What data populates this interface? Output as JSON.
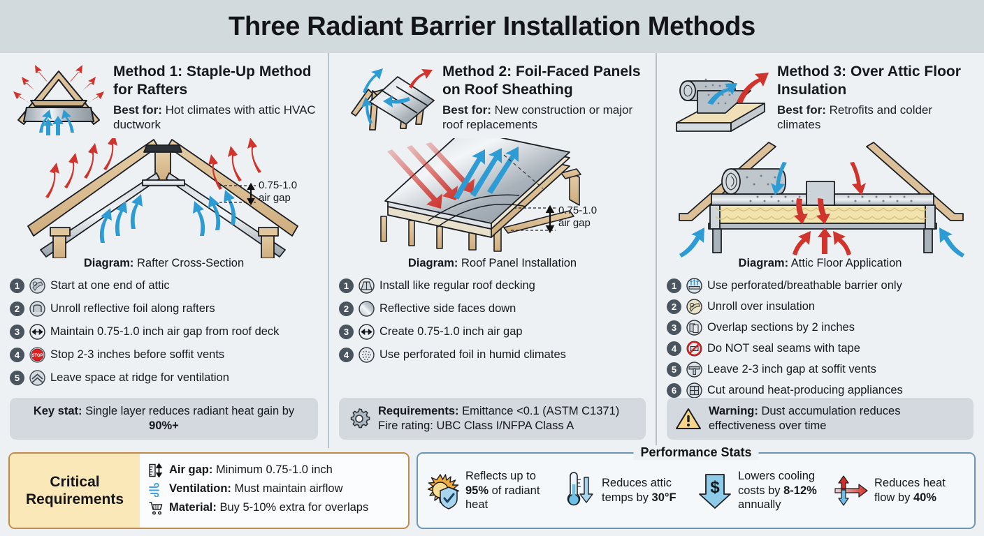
{
  "header": {
    "title": "Three Radiant Barrier Installation Methods"
  },
  "methods": [
    {
      "title": "Method 1: Staple-Up Method for Rafters",
      "best_for_label": "Best for:",
      "best_for": "Hot climates with attic HVAC ductwork",
      "thumb_icon": "rafter-truss-foil-icon",
      "diagram_icon": "rafter-cross-section-diagram",
      "air_gap_label": "0.75-1.0",
      "air_gap_sub": "air gap",
      "caption_label": "Diagram:",
      "caption": "Rafter Cross-Section",
      "steps": [
        {
          "num": "1",
          "icon": "foil-roll-icon",
          "text": "Start at one end of attic"
        },
        {
          "num": "2",
          "icon": "unroll-rafter-icon",
          "text": "Unroll reflective foil along rafters"
        },
        {
          "num": "3",
          "icon": "arrows-left-right-icon",
          "text": "Maintain 0.75-1.0 inch air gap from roof deck"
        },
        {
          "num": "4",
          "icon": "stop-sign-icon",
          "text": "Stop 2-3 inches before soffit vents"
        },
        {
          "num": "5",
          "icon": "ridge-vent-icon",
          "text": "Leave space at ridge for ventilation"
        }
      ],
      "callout": {
        "icon": "none",
        "label": "Key stat:",
        "text": "Single layer reduces radiant heat gain by ",
        "highlight": "90%+",
        "centered": true
      }
    },
    {
      "title": "Method 2: Foil-Faced Panels on Roof Sheathing",
      "best_for_label": "Best for:",
      "best_for": "New construction or major roof replacements",
      "thumb_icon": "foil-roof-panel-icon",
      "diagram_icon": "roof-panel-installation-diagram",
      "air_gap_label": "0.75-1.0",
      "air_gap_sub": "air gap",
      "caption_label": "Diagram:",
      "caption": "Roof Panel Installation",
      "steps": [
        {
          "num": "1",
          "icon": "roof-decking-icon",
          "text": "Install like regular roof decking"
        },
        {
          "num": "2",
          "icon": "reflective-disc-icon",
          "text": "Reflective side faces down"
        },
        {
          "num": "3",
          "icon": "arrows-left-right-icon",
          "text": "Create 0.75-1.0 inch air gap"
        },
        {
          "num": "4",
          "icon": "perforated-foil-icon",
          "text": "Use perforated foil in humid climates"
        }
      ],
      "callout": {
        "icon": "gear-icon",
        "label": "Requirements:",
        "text": "Emittance <0.1 (ASTM C1371)",
        "line2": "Fire rating: UBC Class I/NFPA Class A",
        "centered": false
      }
    },
    {
      "title": "Method 3: Over Attic Floor Insulation",
      "best_for_label": "Best for:",
      "best_for": "Retrofits and colder climates",
      "thumb_icon": "foil-roll-on-insulation-icon",
      "diagram_icon": "attic-floor-application-diagram",
      "caption_label": "Diagram:",
      "caption": "Attic Floor Application",
      "steps": [
        {
          "num": "1",
          "icon": "breathable-barrier-icon",
          "text": "Use perforated/breathable barrier only"
        },
        {
          "num": "2",
          "icon": "unroll-insulation-icon",
          "text": "Unroll over insulation"
        },
        {
          "num": "3",
          "icon": "overlap-sheets-icon",
          "text": "Overlap sections by 2 inches"
        },
        {
          "num": "4",
          "icon": "no-tape-icon",
          "text": "Do NOT seal seams with tape"
        },
        {
          "num": "5",
          "icon": "soffit-vent-gap-icon",
          "text": "Leave 2-3 inch gap at soffit vents"
        },
        {
          "num": "6",
          "icon": "cut-around-appliance-icon",
          "text": "Cut around heat-producing appliances"
        }
      ],
      "callout": {
        "icon": "warning-triangle-icon",
        "label": "Warning:",
        "text": "Dust accumulation reduces effectiveness over time",
        "centered": false
      }
    }
  ],
  "critical": {
    "title": "Critical Requirements",
    "items": [
      {
        "icon": "ruler-vertical-arrow-icon",
        "label": "Air gap:",
        "text": "Minimum 0.75-1.0 inch"
      },
      {
        "icon": "wind-airflow-icon",
        "label": "Ventilation:",
        "text": "Must maintain airflow"
      },
      {
        "icon": "shopping-cart-icon",
        "label": "Material:",
        "text": "Buy 5-10% extra for overlaps"
      }
    ]
  },
  "performance": {
    "legend": "Performance Stats",
    "stats": [
      {
        "icon": "sun-shield-icon",
        "pre": "Reflects up to ",
        "value": "95%",
        "post": " of radiant heat"
      },
      {
        "icon": "thermometer-down-icon",
        "pre": "Reduces attic temps by ",
        "value": "30°F",
        "post": ""
      },
      {
        "icon": "dollar-down-arrow-icon",
        "pre": "Lowers cooling costs by ",
        "value": "8-12%",
        "post": " annually"
      },
      {
        "icon": "heat-flow-arrows-icon",
        "pre": "Reduces heat flow by ",
        "value": "40%",
        "post": ""
      }
    ]
  },
  "colors": {
    "heat_red": "#d0342c",
    "cool_blue": "#2d9bd4",
    "wood": "#d8b98c",
    "foil": "#b9c0c6",
    "insulation": "#f2e4b0",
    "accent_orange": "#c08a4a",
    "accent_blue": "#6b95b3",
    "header_bg": "#d3dade",
    "num_badge": "#4a5560"
  }
}
